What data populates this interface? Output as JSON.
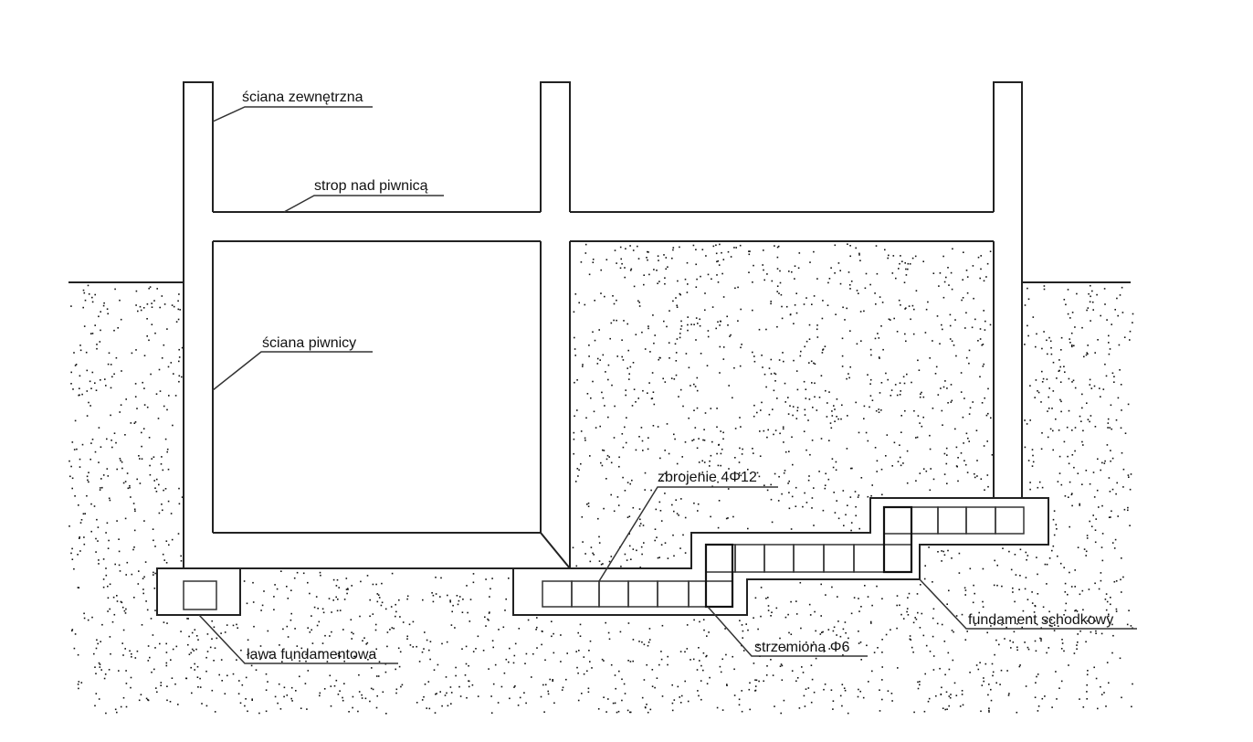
{
  "labels": {
    "exterior_wall": "ściana zewnętrzna",
    "basement_ceiling": "strop nad piwnicą",
    "basement_wall": "ściana piwnicy",
    "reinforcement": "zbrojenie 4Φ12",
    "stirrups": "strzemiona Φ6",
    "stepped_foundation": "fundament schodkowy",
    "strip_footing": "ława fundamentowa"
  },
  "colors": {
    "line": "#222222",
    "soil_dots": "#111111",
    "background": "#ffffff"
  }
}
